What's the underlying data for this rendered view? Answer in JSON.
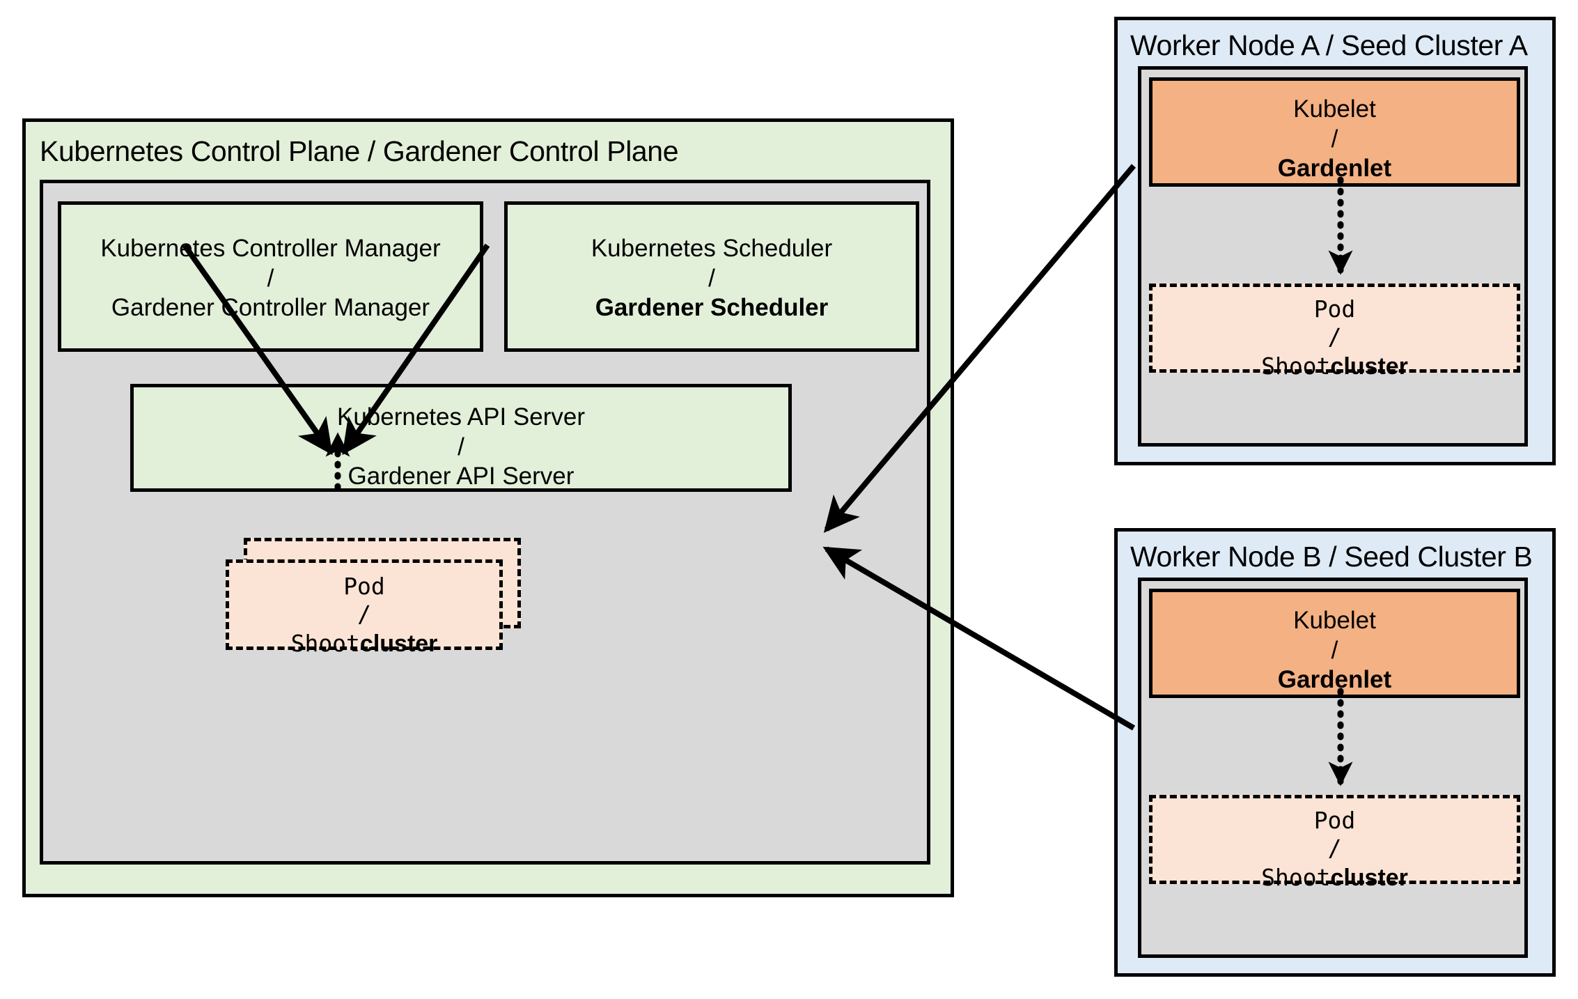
{
  "diagram": {
    "title_visible": false,
    "colors": {
      "green": "#e2efd9",
      "gray": "#d9d9d9",
      "blue": "#deeaf6",
      "orange": "#f4b183",
      "peach": "#fbe4d5",
      "stroke": "#000000"
    }
  },
  "control_plane": {
    "title": "Kubernetes Control Plane / Gardener Control Plane",
    "controller_manager": {
      "line1": "Kubernetes Controller Manager",
      "separator": "/",
      "line2": "Gardener Controller Manager"
    },
    "scheduler": {
      "line1": "Kubernetes Scheduler",
      "separator": "/",
      "line2": "Gardener Scheduler"
    },
    "api_server": {
      "line1": "Kubernetes API Server",
      "separator": "/",
      "line2": "Gardener API Server"
    },
    "pod": {
      "line1": "Pod",
      "separator": "/",
      "line2_mono": "Shoot",
      "line2_bold": "cluster"
    }
  },
  "worker_node_a": {
    "title": "Worker Node A / Seed Cluster A",
    "kubelet": {
      "line1": "Kubelet",
      "separator": "/",
      "line2": "Gardenlet"
    },
    "pod": {
      "line1": "Pod",
      "separator": "/",
      "line2_mono": "Shoot",
      "line2_bold": "cluster"
    }
  },
  "worker_node_b": {
    "title": "Worker Node B / Seed Cluster B",
    "kubelet": {
      "line1": "Kubelet",
      "separator": "/",
      "line2": "Gardenlet"
    },
    "pod": {
      "line1": "Pod",
      "separator": "/",
      "line2_mono": "Shoot",
      "line2_bold": "cluster"
    }
  }
}
